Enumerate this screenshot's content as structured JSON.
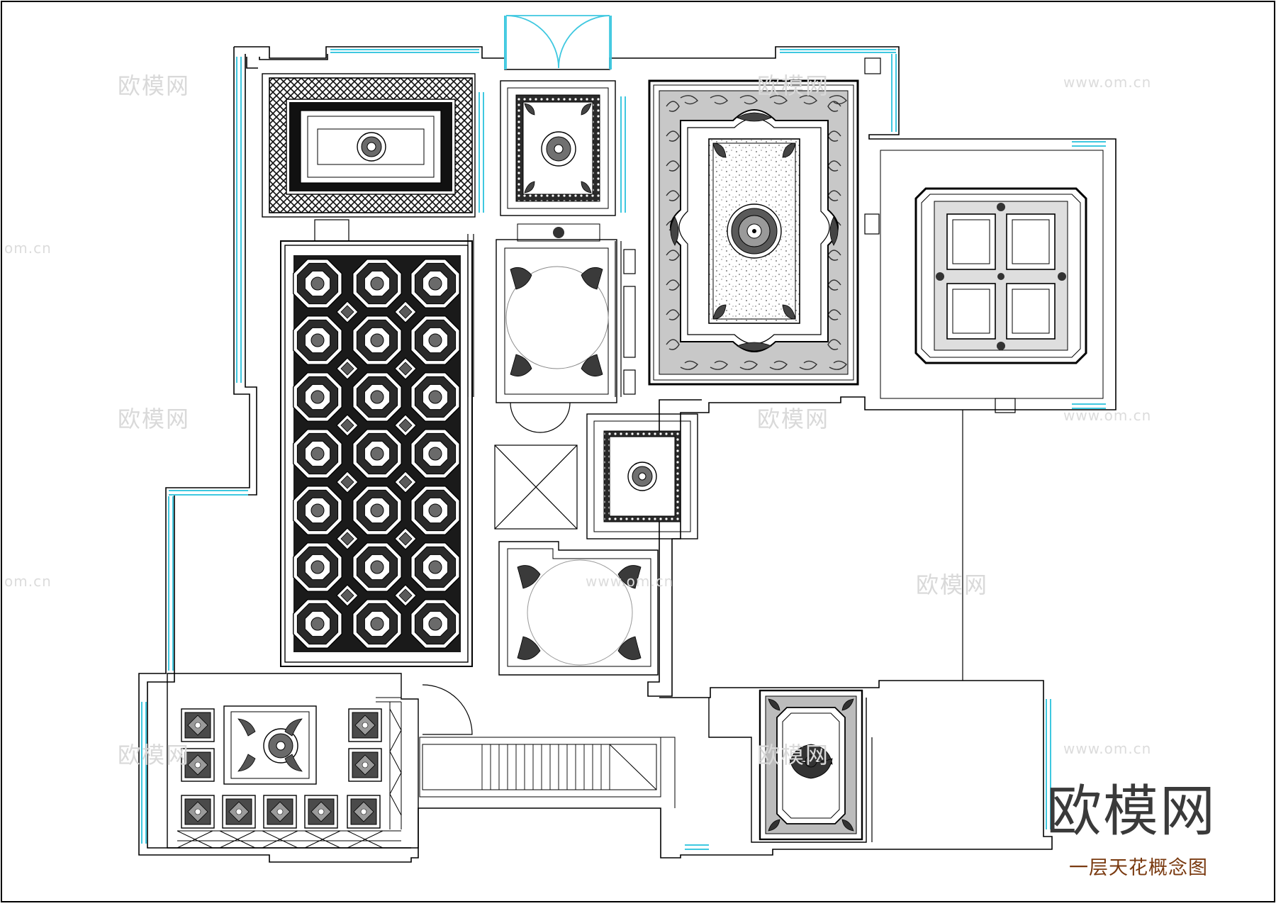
{
  "drawing": {
    "caption": "一层天花概念图",
    "brand_watermark": "欧模网",
    "repeating_watermark": "欧模网",
    "url_watermark": "www.om.cn",
    "url_fragment": "om.cn",
    "colors": {
      "wall": "#000000",
      "window_glass": "#3fc8e0",
      "caption": "#7a3a10",
      "pattern_dark": "#1e1e1e",
      "pattern_mid": "#8a8a8a"
    }
  }
}
